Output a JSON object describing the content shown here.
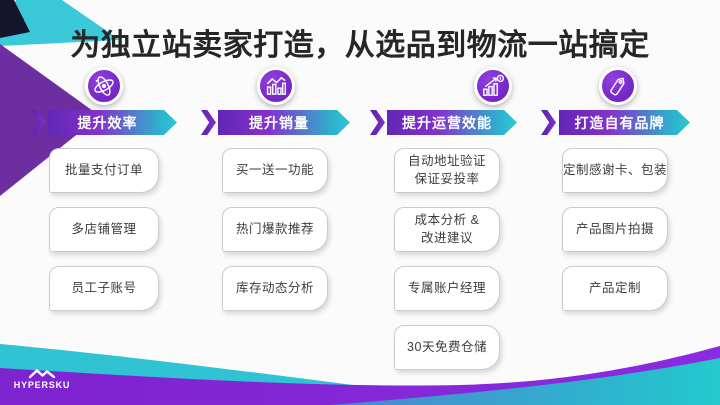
{
  "title": "为独立站卖家打造，从选品到物流一站搞定",
  "logo": {
    "name": "HYPERSKU"
  },
  "columns": [
    {
      "banner": "提升效率",
      "icon": "atom-icon",
      "items": [
        "批量支付订单",
        "多店铺管理",
        "员工子账号"
      ]
    },
    {
      "banner": "提升销量",
      "icon": "sales-chart-icon",
      "items": [
        "买一送一功能",
        "热门爆款推荐",
        "库存动态分析"
      ]
    },
    {
      "banner": "提升运营效能",
      "icon": "growth-arrow-icon",
      "items": [
        "自动地址验证\n保证妥投率",
        "成本分析 &\n改进建议",
        "专属账户经理",
        "30天免费仓储"
      ]
    },
    {
      "banner": "打造自有品牌",
      "icon": "price-tag-icon",
      "items": [
        "定制感谢卡、包装",
        "产品图片拍摄",
        "产品定制"
      ]
    }
  ],
  "colors": {
    "title": "#262626",
    "accent_purple": "#7d23cf",
    "accent_teal": "#2bc7d1",
    "banner_gradient_start": "#6227b5",
    "banner_gradient_end": "#2cc8d1",
    "corner_navy": "#15152e",
    "corner_cyan": "#3bc9da",
    "corner_purple": "#6d2fa0"
  }
}
